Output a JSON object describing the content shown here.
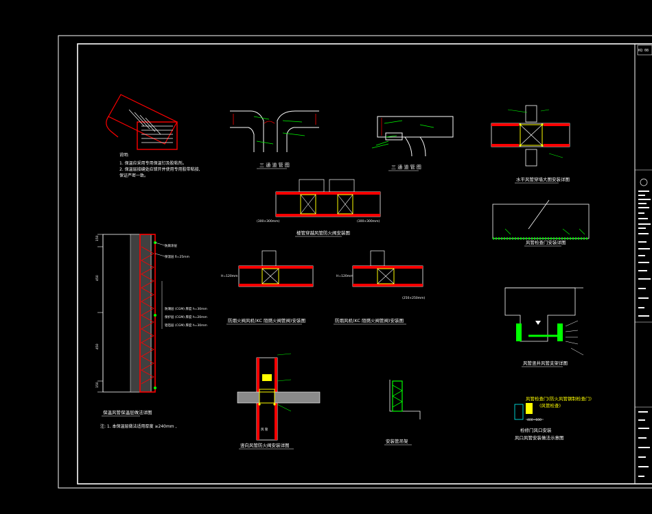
{
  "titleblock": {
    "corner_code": "KQ 08"
  },
  "details": {
    "tee_duct_1": {
      "caption": "三 通 道 管 图"
    },
    "tee_duct_2": {
      "caption": "三 通 道 管 图"
    },
    "wall_valve": {
      "caption": "水平风管穿墙大图安装详图"
    },
    "floor_valve": {
      "caption": "楼管穿越风管防火阀安装图",
      "left_dim": "(300×300mm)",
      "right_dim": "(300×300mm)"
    },
    "floor_valve_a": {
      "caption": "防烟火阀风机(KC 阻燃火阀管阀)安装图",
      "left_dim": "H=120mm"
    },
    "floor_valve_b": {
      "caption": "防烟风机(KC 阻燃火阀管阀)安装图",
      "left_dim": "H=120mm",
      "right_dim": "(250×250mm)"
    },
    "roof_opening": {
      "caption": "风管检查门安装详图"
    },
    "riser_detail": {
      "caption": "风管竖井风管支架详图"
    },
    "insulation": {
      "caption": "保温风管保温层做法详图",
      "note": "注: 1. 本保温层做法适用厚度 ≥240mm ,",
      "dims": [
        "150",
        "450",
        "450",
        "150"
      ],
      "layer_labels": [
        "防腐涂层",
        "保温层 δ=25mm",
        "防潮层 (CGM) 厚度 h=30mm",
        "保护层 (CGM) 厚度 h=20mm",
        "铝箔层 (CGM) 厚度 h=30mm"
      ]
    },
    "vertical_valve": {
      "caption": "竖向风管防火阀安装详图",
      "bottom": "风 管"
    },
    "bracket": {
      "caption": "安装管吊架"
    },
    "notes": {
      "title": "说明:",
      "lines": [
        "1. 保温应采用专用保温钉及胶粘剂。",
        "2. 保温层接缝处应错开并使用专用胶带粘接,",
        "    保证严密一致。"
      ]
    },
    "vent_detail": {
      "title": "风管检查门(防火风管钢制检查门)",
      "subtitle": "(风管检查)",
      "dim": "400~600",
      "caption_1": "检修门风口安装",
      "caption_2": "风口风管安装做法示意图"
    }
  },
  "colors": {
    "background": "#000000",
    "frame": "#ffffff",
    "duct": "#ff0000",
    "valve": "#ffff00",
    "hatch": "#00ff00",
    "dim": "#00ffff"
  }
}
